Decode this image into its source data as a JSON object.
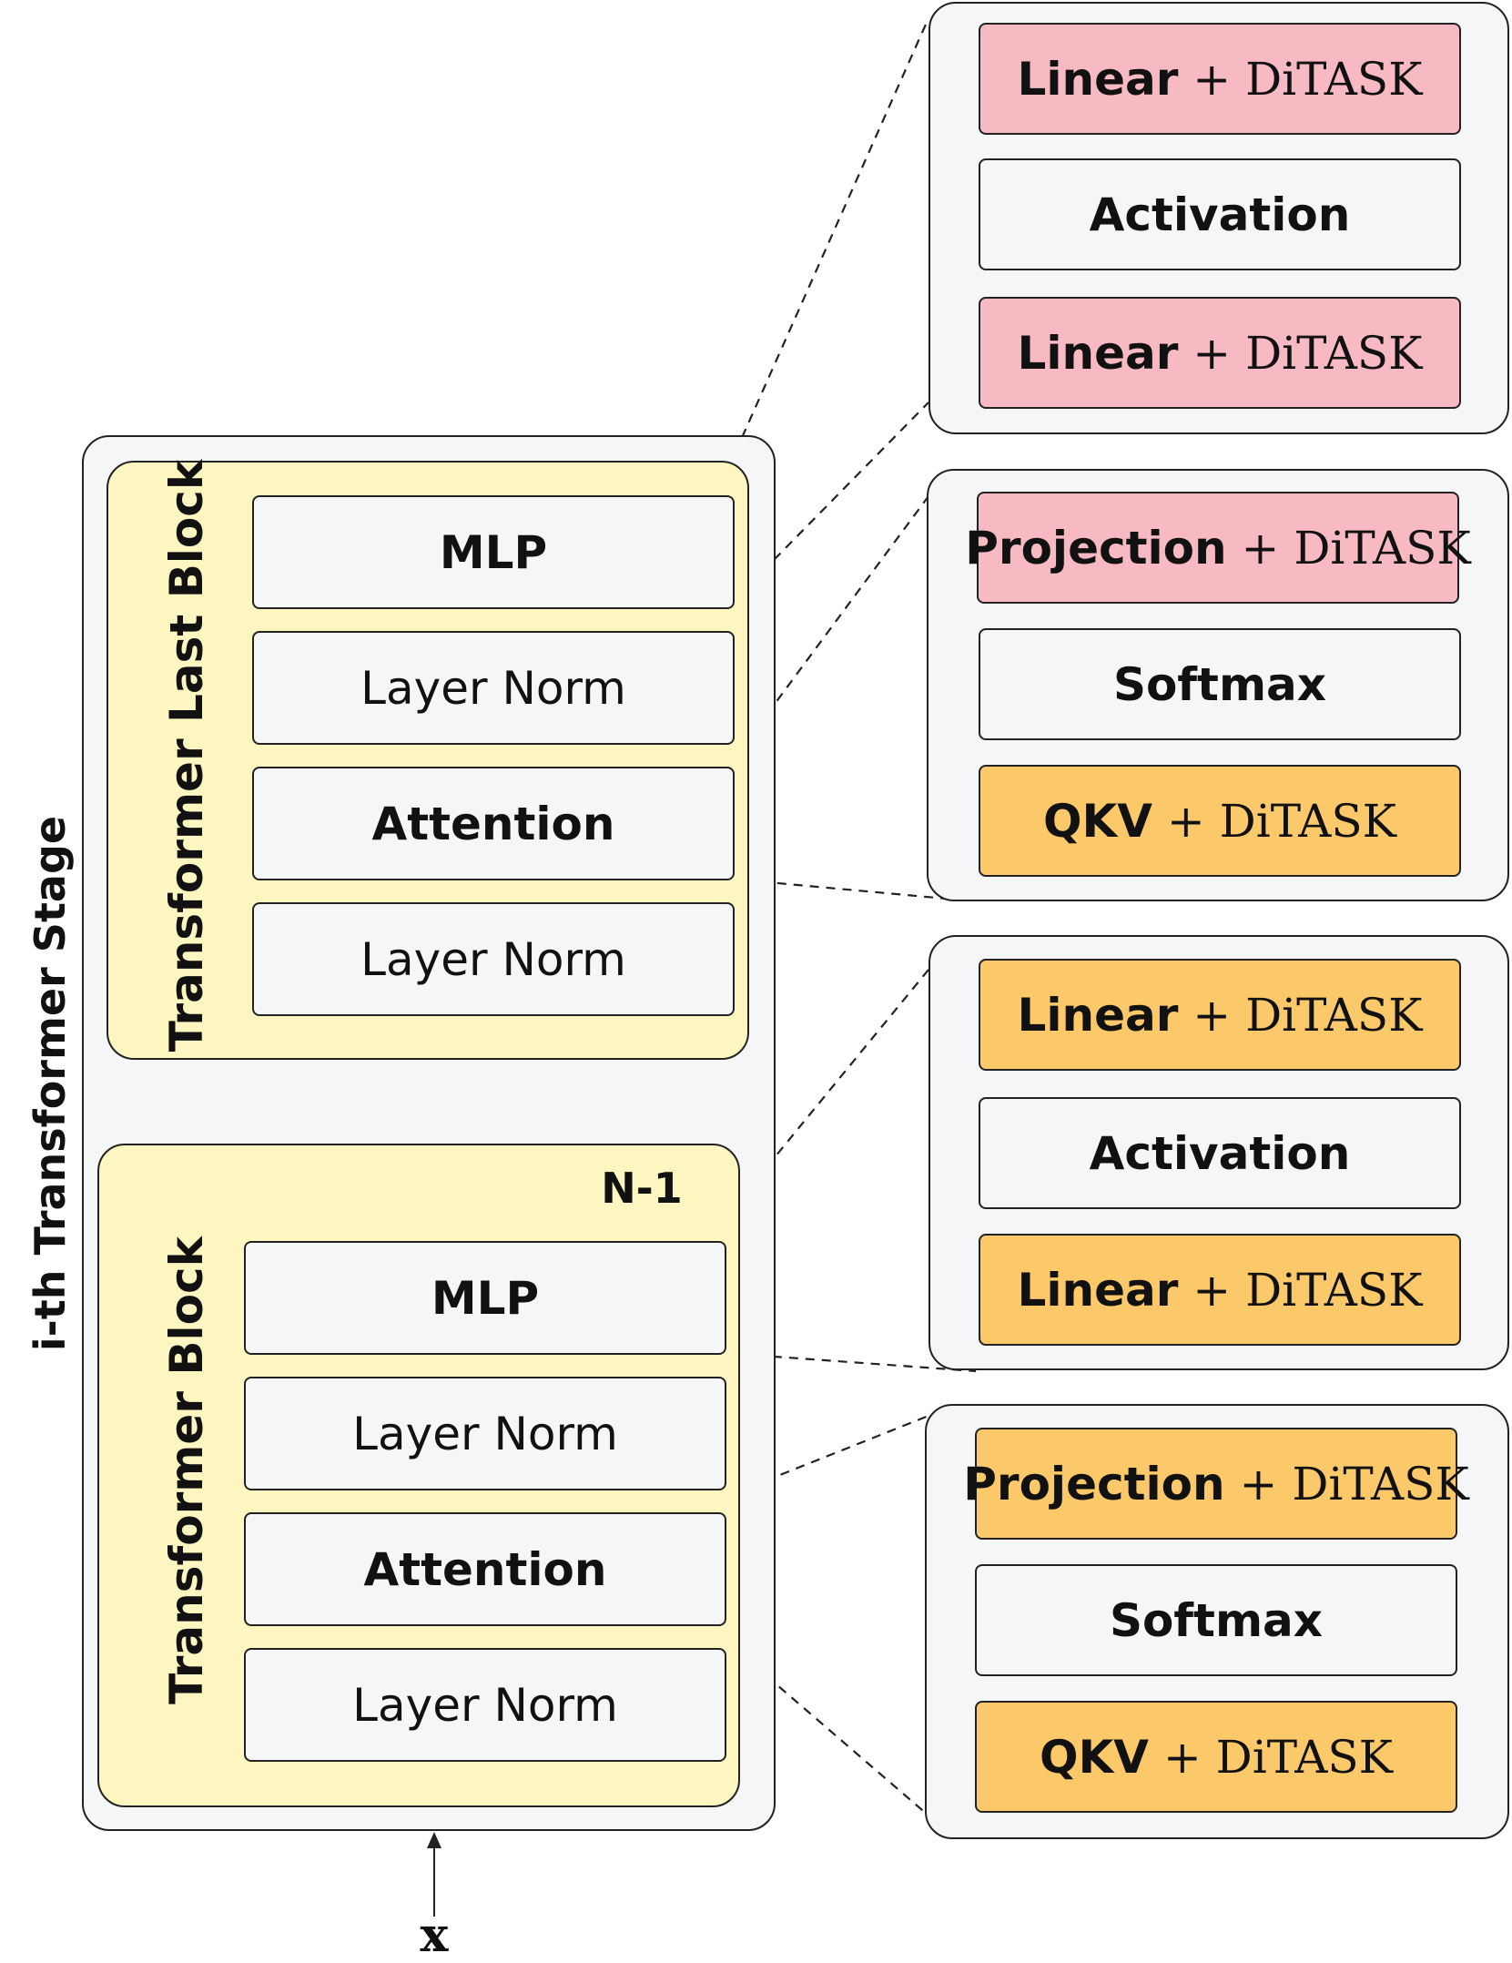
{
  "stage": {
    "label": "i-th Transformer Stage",
    "input_label": "x"
  },
  "last_block": {
    "label": "Transformer Last Block",
    "layers": [
      "MLP",
      "Layer Norm",
      "Attention",
      "Layer Norm"
    ]
  },
  "block": {
    "label": "Transformer Block",
    "repeat": "N-1",
    "layers": [
      "MLP",
      "Layer Norm",
      "Attention",
      "Layer Norm"
    ]
  },
  "detail_panels": [
    {
      "rows": [
        {
          "text": "Linear",
          "suffix": "+ DiTASK",
          "color": "#f7b9c2"
        },
        {
          "text": "Activation",
          "suffix": "",
          "color": "#f5f6f8"
        },
        {
          "text": "Linear",
          "suffix": "+ DiTASK",
          "color": "#f7b9c2"
        }
      ]
    },
    {
      "rows": [
        {
          "text": "Projection",
          "suffix": "+ DiTASK",
          "color": "#f7b9c2"
        },
        {
          "text": "Softmax",
          "suffix": "",
          "color": "#f5f6f8"
        },
        {
          "text": "QKV",
          "suffix": "+ DiTASK",
          "color": "#fcc96a"
        }
      ]
    },
    {
      "rows": [
        {
          "text": "Linear",
          "suffix": "+ DiTASK",
          "color": "#fcc96a"
        },
        {
          "text": "Activation",
          "suffix": "",
          "color": "#f5f6f8"
        },
        {
          "text": "Linear",
          "suffix": "+ DiTASK",
          "color": "#fcc96a"
        }
      ]
    },
    {
      "rows": [
        {
          "text": "Projection",
          "suffix": "+ DiTASK",
          "color": "#fcc96a"
        },
        {
          "text": "Softmax",
          "suffix": "",
          "color": "#f5f6f8"
        },
        {
          "text": "QKV",
          "suffix": "+ DiTASK",
          "color": "#fcc96a"
        }
      ]
    }
  ]
}
